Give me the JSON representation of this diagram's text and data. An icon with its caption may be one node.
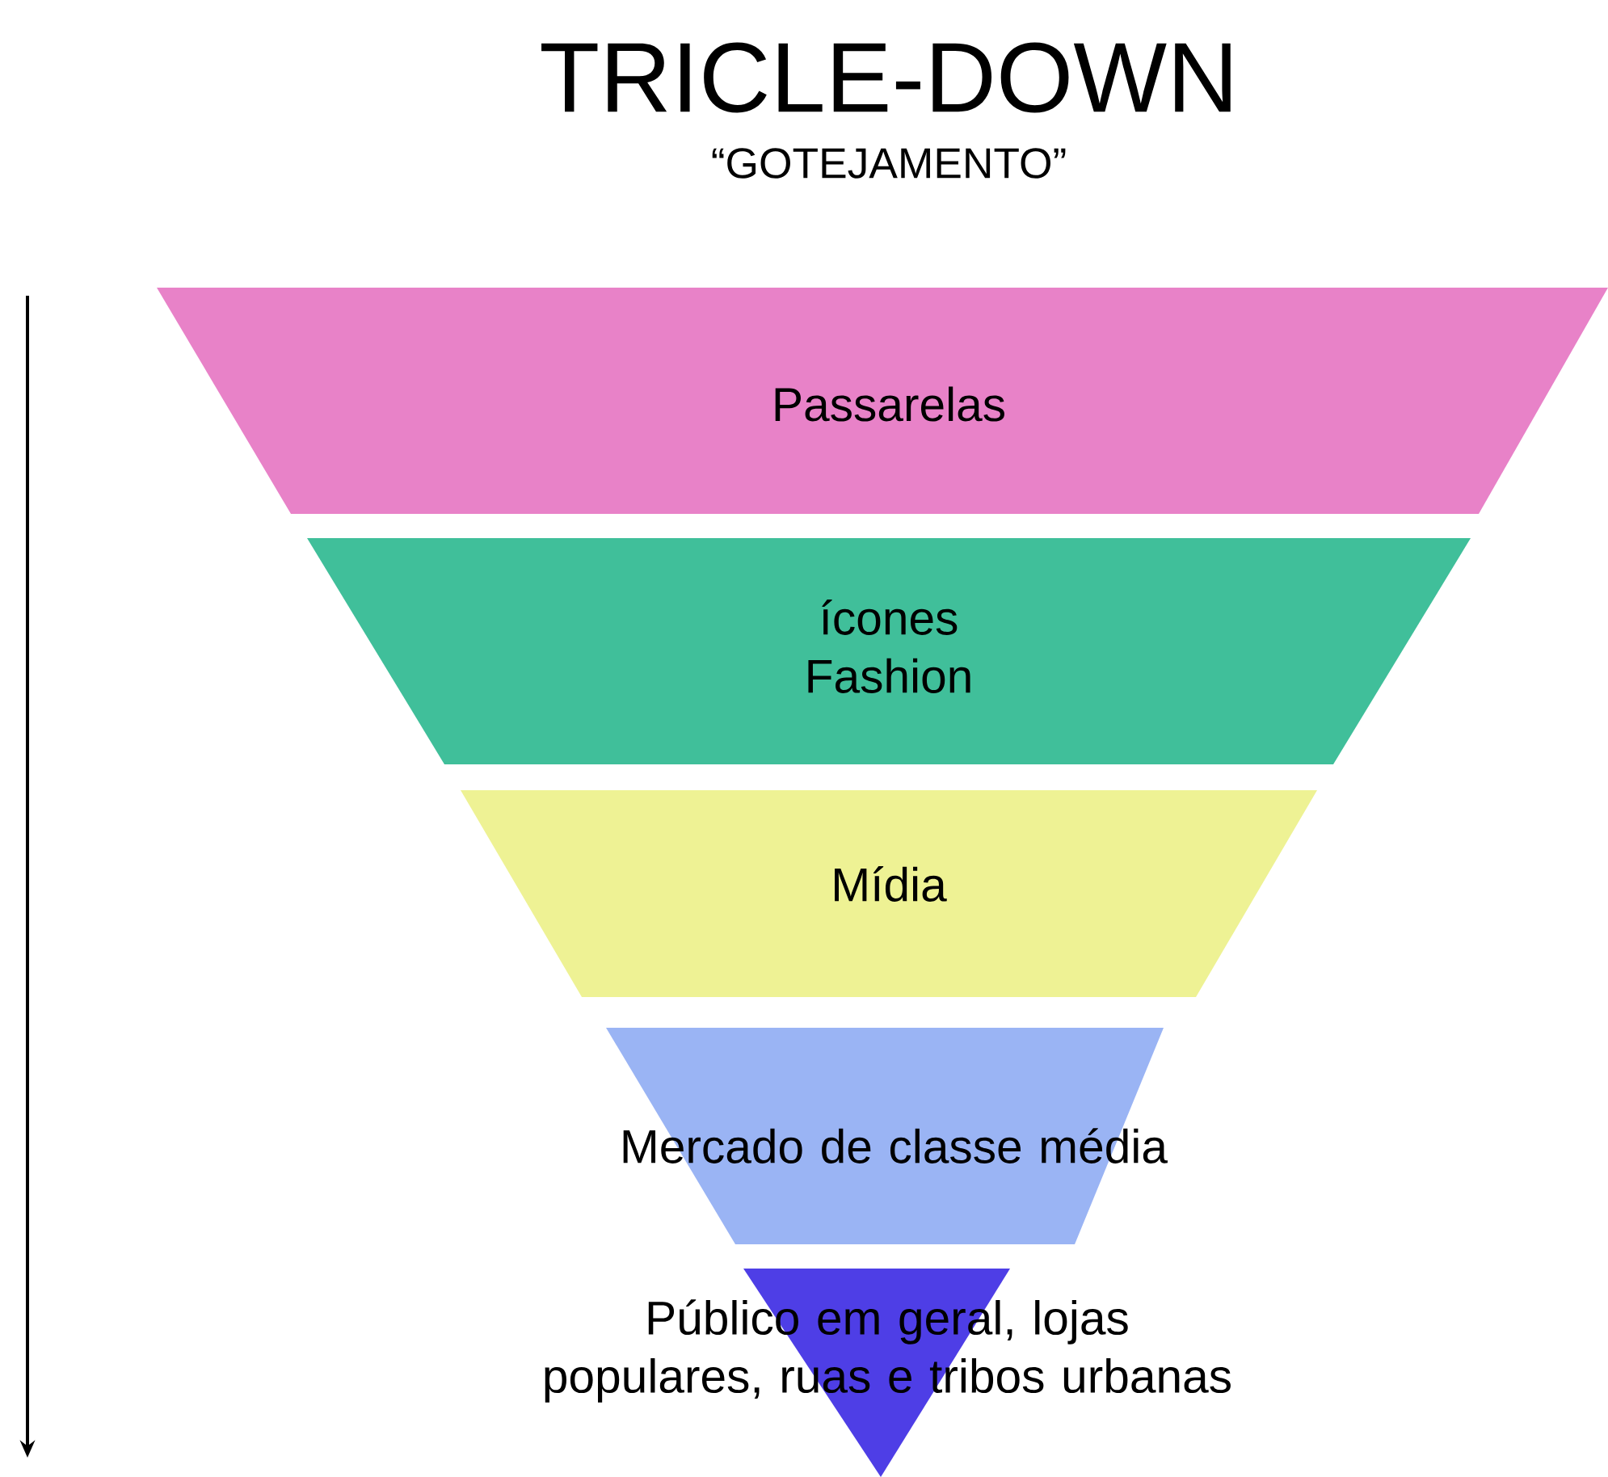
{
  "diagram": {
    "title": "TRICLE-DOWN",
    "nodes": [
      {
        "text": [
          "Passarelas"
        ]
      },
      {
        "text": [
          "ícones Fashion"
        ]
      },
      {
        "text": [
          "Mídia"
        ]
      },
      {
        "text": [
          "Mercado de classe média"
        ]
      },
      {
        "text": [
          "Público em geral, lojas populares, ruas e tribos urbanas"
        ]
      }
    ],
    "labels": [
      "“GOTEJAMENTO”"
    ]
  }
}
